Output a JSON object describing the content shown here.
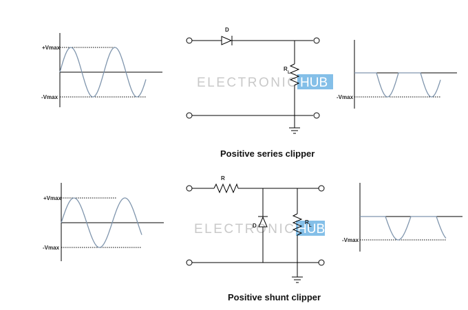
{
  "top": {
    "caption": "Positive series clipper",
    "input_wave": {
      "label_pos": "+Vmax",
      "label_neg": "-Vmax"
    },
    "output_wave": {
      "label_neg": "-Vmax"
    },
    "diode_label": "D",
    "resistor_label": "R",
    "resistor_subscript": "L"
  },
  "bottom": {
    "caption": "Positive shunt clipper",
    "input_wave": {
      "label_pos": "+Vmax",
      "label_neg": "-Vmax"
    },
    "output_wave": {
      "label_neg": "-Vmax"
    },
    "series_resistor_label": "R",
    "diode_label": "D",
    "resistor_label": "R",
    "resistor_subscript": "L"
  },
  "watermark": {
    "text": "ELECTRONICS",
    "badge": "HUB"
  },
  "colors": {
    "wave": "#7f95ad",
    "wire": "#000000",
    "watermark": "#c9c9c9",
    "badge": "#84bfe8"
  }
}
